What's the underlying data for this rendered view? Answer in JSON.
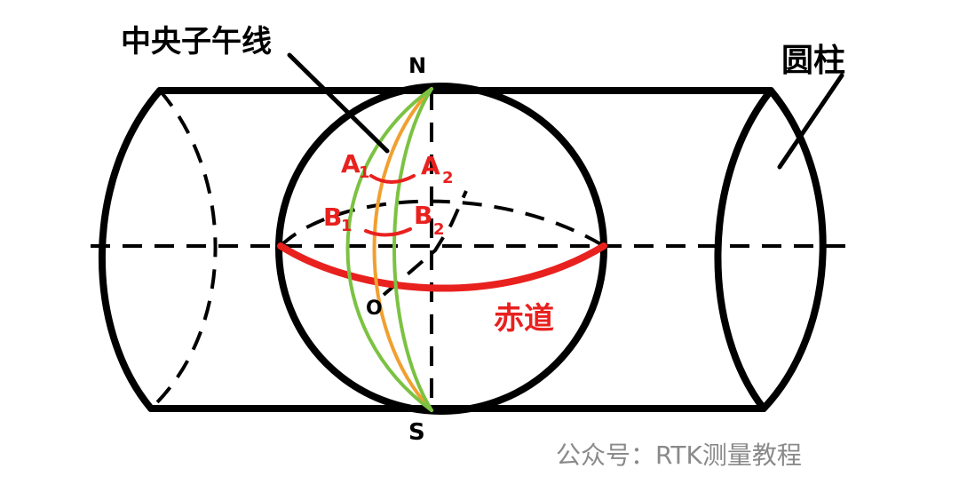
{
  "labels": {
    "central_meridian": "中央子午线",
    "cylinder": "圆柱",
    "north": "N",
    "south": "S",
    "origin": "O",
    "equator": "赤道",
    "a1": "A",
    "a1_sub": "1",
    "a2": "A",
    "a2_sub": "2",
    "b1": "B",
    "b1_sub": "1",
    "b2": "B",
    "b2_sub": "2",
    "watermark": "公众号：RTK测量教程"
  },
  "colors": {
    "outline": "#000000",
    "equator": "#e8211f",
    "label_red": "#e8211f",
    "central_meridian": "#f0a030",
    "meridian_green": "#7cc242",
    "watermark": "#8a8a8a"
  }
}
